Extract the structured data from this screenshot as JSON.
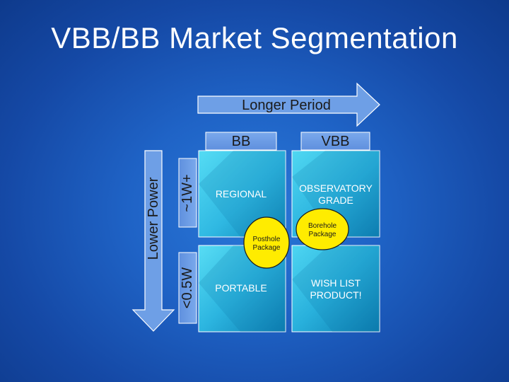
{
  "title": "VBB/BB Market Segmentation",
  "arrows": {
    "horizontal_label": "Longer Period",
    "vertical_label": "Lower Power"
  },
  "columns": {
    "left": "BB",
    "right": "VBB"
  },
  "rows": {
    "top": "~1W+",
    "bottom": "<0.5W"
  },
  "quadrants": {
    "top_left": "REGIONAL",
    "top_right_line1": "OBSERVATORY",
    "top_right_line2": "GRADE",
    "bottom_left": "PORTABLE",
    "bottom_right_line1": "WISH LIST",
    "bottom_right_line2": "PRODUCT!"
  },
  "circles": {
    "posthole_line1": "Posthole",
    "posthole_line2": "Package",
    "borehole_line1": "Borehole",
    "borehole_line2": "Package"
  },
  "colors": {
    "header_fill": "#6e9fe6",
    "quadrant_light": "#45d3ef",
    "quadrant_dark": "#0f8fc0",
    "circle_fill": "#ffec00"
  }
}
